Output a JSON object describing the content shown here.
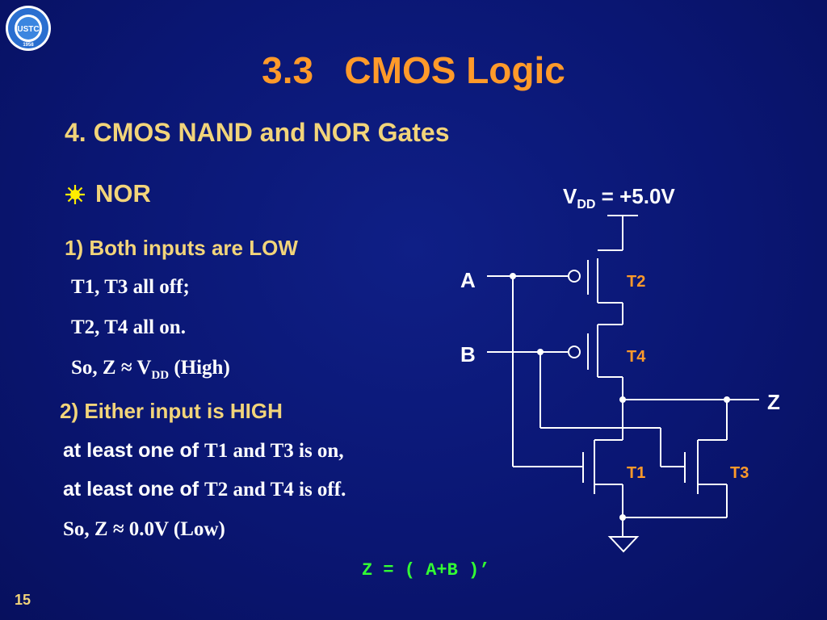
{
  "slide": {
    "title": "3.3   CMOS Logic",
    "subtitle": "4. CMOS NAND and NOR Gates",
    "section": "NOR",
    "page_number": "15",
    "logo_text": "USTC",
    "logo_year": "1958"
  },
  "case1": {
    "heading": "1) Both inputs are LOW",
    "line1": "T1, T3 all off;",
    "line2": "T2, T4 all on.",
    "line3_prefix": "So, Z ≈ V",
    "line3_sub": "DD",
    "line3_suffix": " (High)"
  },
  "case2": {
    "heading": "2) Either input is HIGH",
    "line1_sans": "at least one of ",
    "line1_serif": "T1 and T3 is on",
    "line1_end": ",",
    "line2_sans": "at least one of ",
    "line2_serif": "T2 and T4 is off.",
    "line3": "So, Z ≈ 0.0V (Low)"
  },
  "formula": "Z = ( A+B )’",
  "circuit": {
    "vdd_prefix": "V",
    "vdd_sub": "DD",
    "vdd_suffix": " = +5.0V",
    "input_a": "A",
    "input_b": "B",
    "output": "Z",
    "t1": "T1",
    "t2": "T2",
    "t3": "T3",
    "t4": "T4"
  },
  "colors": {
    "background": "#0a1673",
    "title": "#ff9a2a",
    "heading": "#f2d47a",
    "transistor_label": "#ff9a2a",
    "formula": "#33ff33",
    "wire": "#ffffff"
  }
}
